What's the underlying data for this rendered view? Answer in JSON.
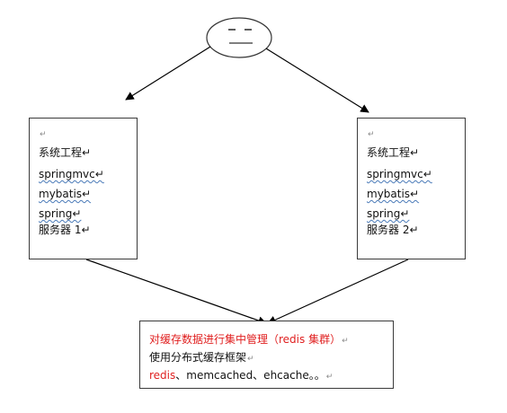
{
  "user_face": {
    "icon": "smiley-face-icon"
  },
  "servers": [
    {
      "items": [
        "↵",
        "系统工程↵",
        "springmvc↵",
        "mybatis↵",
        "spring↵",
        "服务器 1↵"
      ]
    },
    {
      "items": [
        "↵",
        "系统工程↵",
        "springmvc↵",
        "mybatis↵",
        "spring↵",
        "服务器 2↵"
      ]
    }
  ],
  "cache": {
    "line1": "对缓存数据进行集中管理（redis 集群）",
    "line1_mark": "↵",
    "line2": "使用分布式缓存框架",
    "line2_mark": "↵",
    "line3_red": "redis",
    "line3_rest": "、memcached、ehcache。。",
    "line3_mark": "↵"
  },
  "colors": {
    "highlight_red": "#e02020",
    "border": "#3a3a3a",
    "spellcheck_underline": "#4a7ab8"
  }
}
